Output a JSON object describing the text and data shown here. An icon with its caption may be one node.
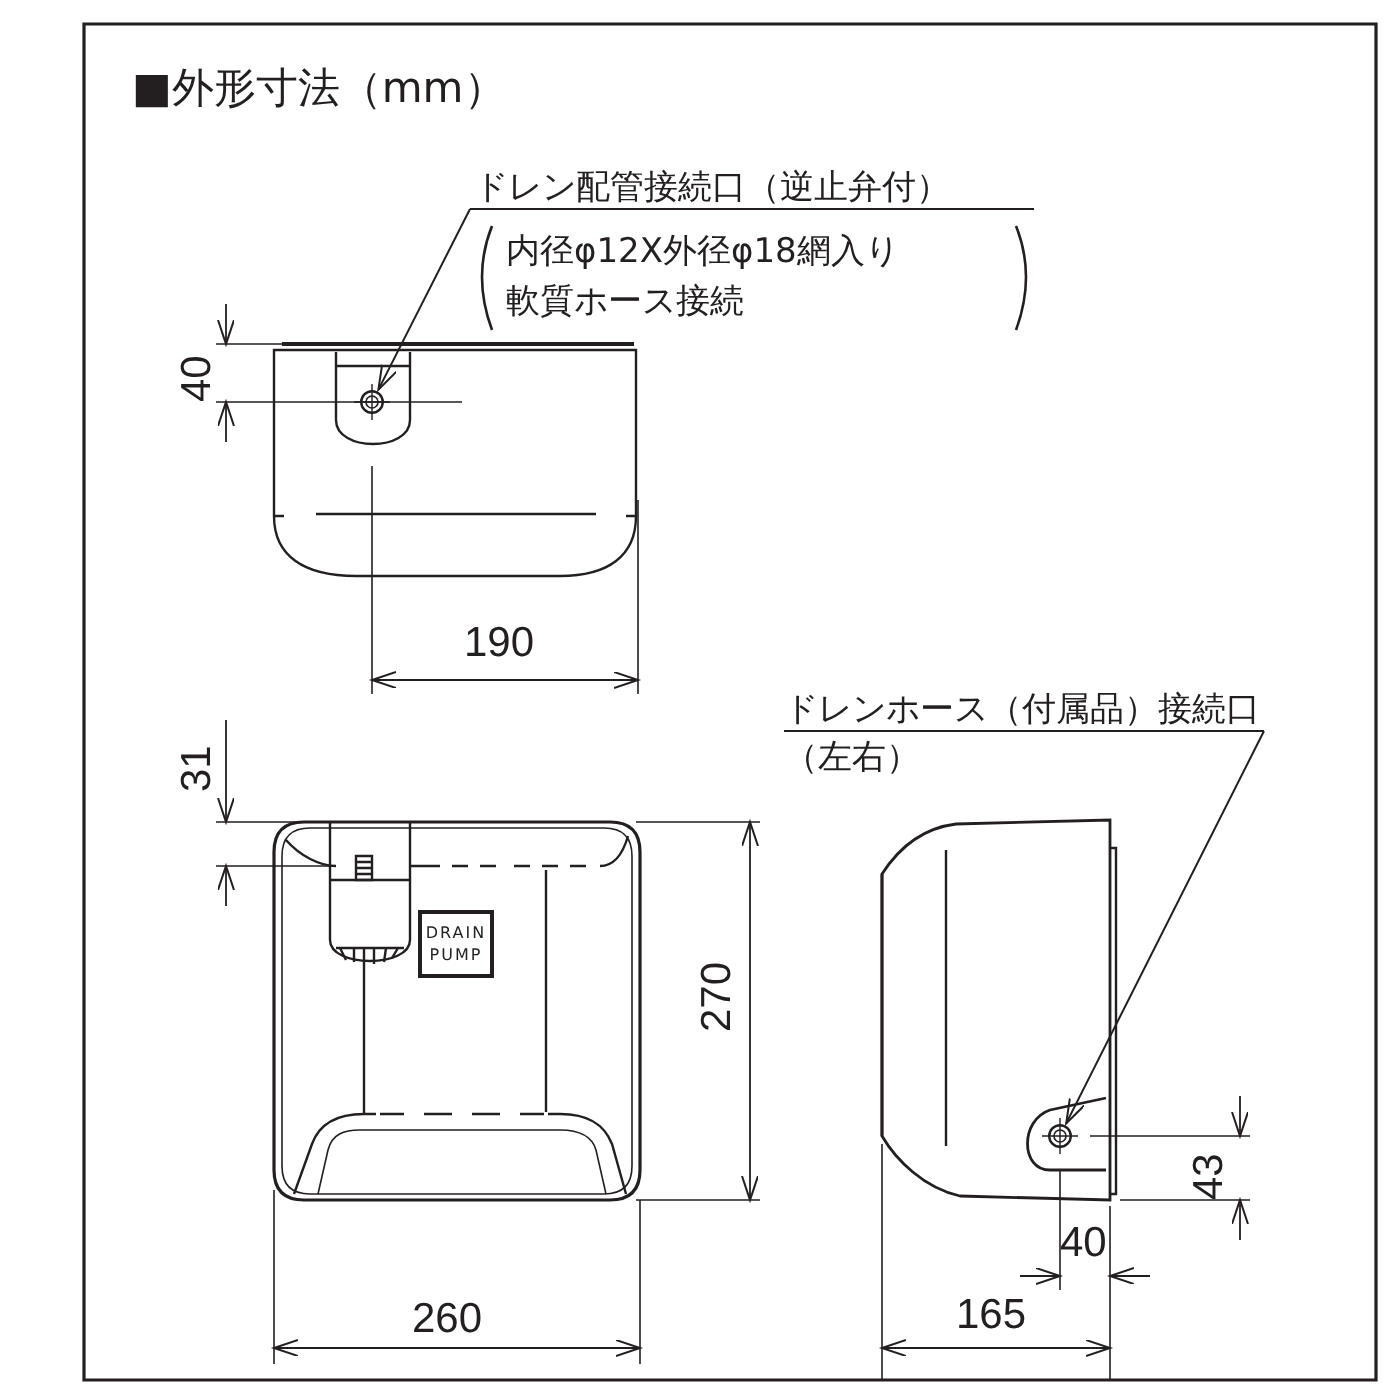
{
  "diagram": {
    "title": "■外形寸法（mm）",
    "nodes": [
      {
        "text": [
          "ドレン配管接続口（逆止弁付）",
          "内径φ12X外径φ18網入り軟質ホース接続"
        ]
      },
      {
        "text": [],
        "shape": "circle"
      },
      {
        "text": [
          "ドレンホース（付属品）接続口（左右）"
        ]
      },
      {
        "text": [],
        "shape": "circle"
      },
      {
        "text": [
          "DRAIN PUMP"
        ]
      }
    ],
    "edges": [
      {
        "from": 0,
        "to": 1,
        "arrow": "to"
      },
      {
        "from": 2,
        "to": 3,
        "arrow": "to"
      }
    ],
    "labels": [
      "40",
      "190",
      "31",
      "270",
      "43",
      "40",
      "260",
      "165"
    ]
  }
}
